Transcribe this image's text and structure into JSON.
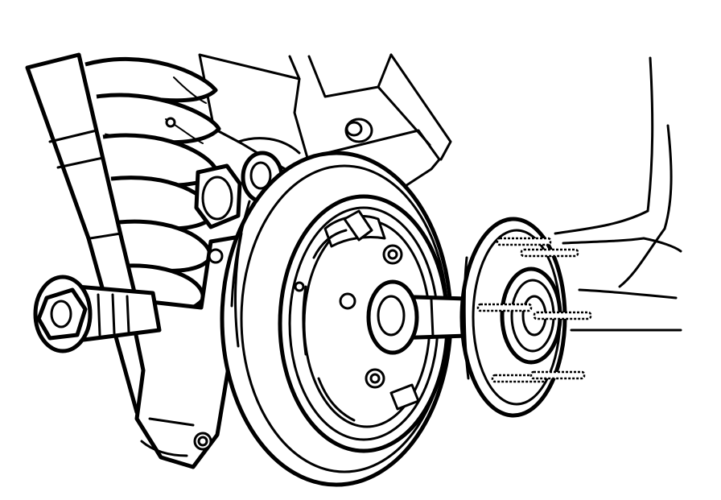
{
  "figure": {
    "style": "black line art",
    "background": "#ffffff",
    "stroke_color": "#000000",
    "components": [
      "coil-spring",
      "shock-absorber",
      "lower-control-arm",
      "axle-pivot-bolt",
      "knuckle-bracket",
      "brake-rotor",
      "drum-in-hat-parking-brake",
      "axle-shaft",
      "hub-flange",
      "hub-bearing",
      "wheel-studs",
      "body-panel"
    ]
  }
}
